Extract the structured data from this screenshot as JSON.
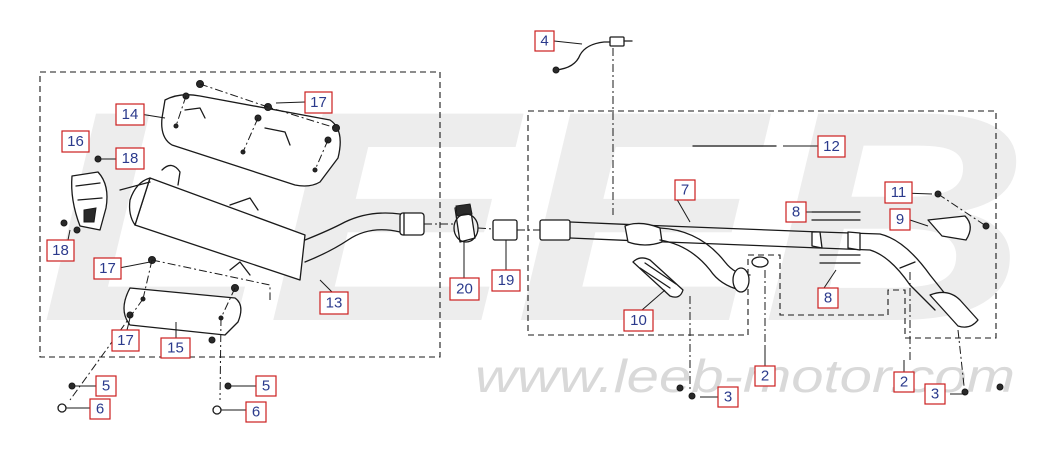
{
  "watermark": {
    "logo_text": "LEEB",
    "url_text": "www.leeb-motor.com",
    "color": "#ececec"
  },
  "colors": {
    "callout_border": "#cc1f1f",
    "callout_text": "#2b3a8c",
    "line": "#1a1a1a"
  },
  "callouts": [
    {
      "id": "c4",
      "label": "4"
    },
    {
      "id": "c12",
      "label": "12"
    },
    {
      "id": "c7",
      "label": "7"
    },
    {
      "id": "c8a",
      "label": "8"
    },
    {
      "id": "c8b",
      "label": "8"
    },
    {
      "id": "c11",
      "label": "11"
    },
    {
      "id": "c9",
      "label": "9"
    },
    {
      "id": "c10",
      "label": "10"
    },
    {
      "id": "c2a",
      "label": "2"
    },
    {
      "id": "c2b",
      "label": "2"
    },
    {
      "id": "c3a",
      "label": "3"
    },
    {
      "id": "c3b",
      "label": "3"
    },
    {
      "id": "c14",
      "label": "14"
    },
    {
      "id": "c17a",
      "label": "17"
    },
    {
      "id": "c16",
      "label": "16"
    },
    {
      "id": "c18a",
      "label": "18"
    },
    {
      "id": "c18b",
      "label": "18"
    },
    {
      "id": "c17b",
      "label": "17"
    },
    {
      "id": "c17c",
      "label": "17"
    },
    {
      "id": "c15",
      "label": "15"
    },
    {
      "id": "c13",
      "label": "13"
    },
    {
      "id": "c20",
      "label": "20"
    },
    {
      "id": "c19",
      "label": "19"
    },
    {
      "id": "c5a",
      "label": "5"
    },
    {
      "id": "c5b",
      "label": "5"
    },
    {
      "id": "c6a",
      "label": "6"
    },
    {
      "id": "c6b",
      "label": "6"
    }
  ]
}
